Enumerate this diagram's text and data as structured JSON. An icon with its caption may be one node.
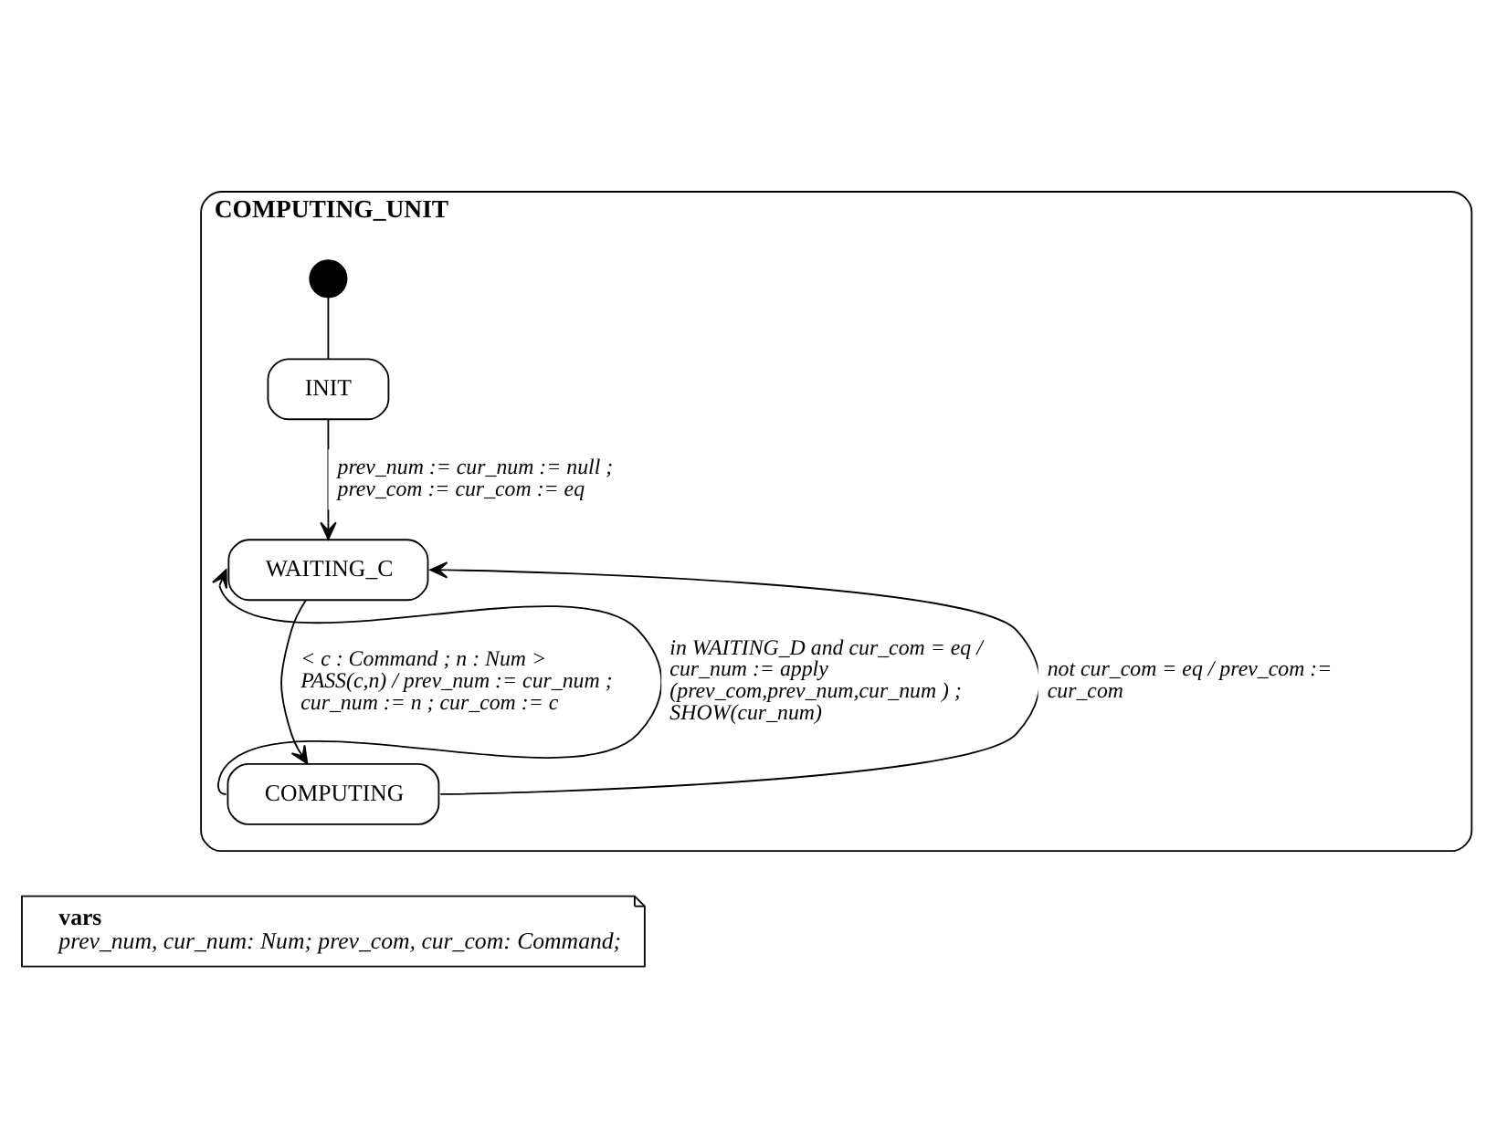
{
  "diagram": {
    "nodes": [
      {
        "text": [
          "COMPUTING_UNIT"
        ]
      },
      {
        "text": [],
        "shape": "circle",
        "in": 0
      },
      {
        "text": [
          "INIT"
        ],
        "in": 0
      },
      {
        "text": [
          "WAITING_C"
        ],
        "in": 0
      },
      {
        "text": [
          "COMPUTING"
        ],
        "in": 0
      },
      {
        "text": [
          "vars",
          "prev_num, cur_num: Num; prev_com, cur_com: Command;"
        ]
      }
    ],
    "edges": [
      {
        "from": 1,
        "to": 2,
        "arrow": "none"
      },
      {
        "from": 2,
        "to": 3,
        "arrow": "to",
        "label": "prev_num := cur_num := null ; prev_com := cur_com := eq"
      },
      {
        "from": 3,
        "to": 4,
        "arrow": "to",
        "label": "< c : Command ; n : Num > PASS(c,n) / prev_num := cur_num ; cur_num := n ; cur_com := c"
      },
      {
        "from": 4,
        "to": 3,
        "arrow": "to",
        "label": "in WAITING_D and cur_com = eq / cur_num := apply (prev_com,prev_num,cur_num ) ; SHOW(cur_num)"
      },
      {
        "from": 4,
        "to": 3,
        "arrow": "to",
        "label": "not cur_com = eq / prev_com := cur_com"
      }
    ]
  }
}
